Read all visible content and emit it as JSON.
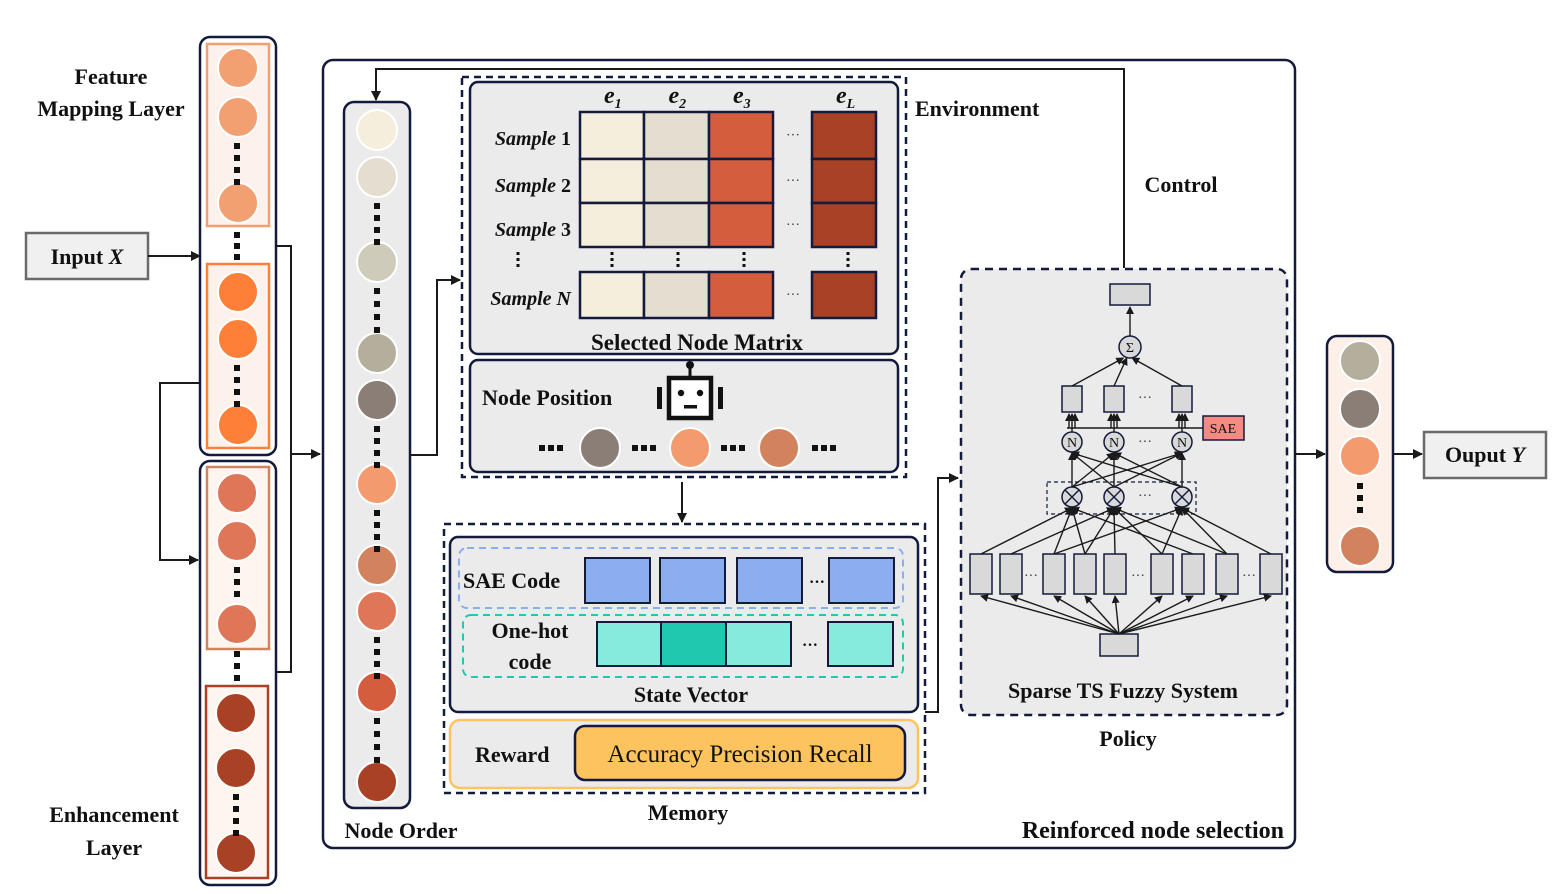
{
  "input": {
    "label": "Input",
    "var": "X"
  },
  "output": {
    "label": "Ouput",
    "var": "Y"
  },
  "feature_layer": {
    "label_line1": "Feature",
    "label_line2": "Mapping Layer"
  },
  "enhancement_layer": {
    "label_line1": "Enhancement",
    "label_line2": "Layer"
  },
  "node_order": {
    "label": "Node Order"
  },
  "environment": {
    "label": "Environment",
    "matrix": {
      "title": "Selected Node Matrix",
      "columns": [
        {
          "sym": "e",
          "sub": "1"
        },
        {
          "sym": "e",
          "sub": "2"
        },
        {
          "sym": "e",
          "sub": "3"
        },
        {
          "sym": "e",
          "sub": "L"
        }
      ],
      "rows": [
        {
          "word": "Sample",
          "idx": "1"
        },
        {
          "word": "Sample",
          "idx": "2"
        },
        {
          "word": "Sample",
          "idx": "3"
        },
        {
          "word": "Sample",
          "idx": "N"
        }
      ],
      "ellipsis": "···"
    },
    "node_position": {
      "label": "Node Position",
      "ellipsis": "···"
    }
  },
  "memory": {
    "label": "Memory",
    "state_vector": {
      "title": "State Vector",
      "sae_code": "SAE Code",
      "onehot_line1": "One-hot",
      "onehot_line2": "code",
      "ellipsis": "···"
    },
    "reward": {
      "label": "Reward",
      "metrics": "Accuracy Precision Recall"
    }
  },
  "control": {
    "label": "Control"
  },
  "policy": {
    "label": "Policy",
    "system": "Sparse TS Fuzzy System",
    "sae_tag": "SAE",
    "sum_symbol": "Σ",
    "norm_symbol": "N",
    "ellipsis": "···"
  },
  "frame": {
    "label": "Reinforced node selection"
  },
  "colors": {
    "feature_nodes_a": "#F2A072",
    "feature_nodes_b": "#FE7F37",
    "enh_nodes_a": "#E07658",
    "enh_nodes_b": "#A94124",
    "matrix_c1": "#F5EEDC",
    "matrix_c2": "#E5DED0",
    "matrix_c3": "#D45D3E",
    "matrix_cL": "#A94124",
    "sae_block": "#8AAEF0",
    "onehot_light": "#86EADC",
    "onehot_dark": "#1FC8AE",
    "reward_fill": "#FCC35E",
    "sae_tag_fill": "#F58A82",
    "panel_gray": "#EBEBEB",
    "navy": "#141A3C"
  },
  "node_order_colors": [
    "#F5EEDC",
    "#E5DED0",
    "#CFCBBA",
    "#B4AE9D",
    "#8A7E76",
    "#F39A6E",
    "#D2835E",
    "#E07658",
    "#D45D3E",
    "#A94124"
  ],
  "node_position_colors": [
    "#8A7E76",
    "#F39A6E",
    "#D2835E"
  ],
  "output_node_colors": [
    "#B4AE9D",
    "#8A7E76",
    "#F39A6E",
    "#D2835E"
  ]
}
